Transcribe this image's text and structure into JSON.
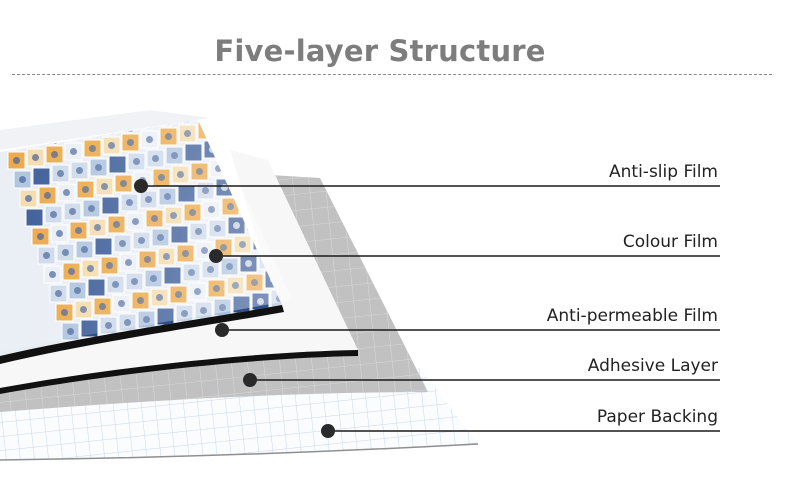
{
  "title": "Five-layer Structure",
  "colors": {
    "title": "#7d7d7d",
    "leader_line": "#1a1a1a",
    "dot": "#2a2a2a",
    "tile_blue": "#2c4f8f",
    "tile_orange": "#e9a23b",
    "tile_light": "#c9d6e8",
    "adhesive_gray": "#bcbcbc",
    "paper_grid": "#c8d7ea"
  },
  "layers": [
    {
      "label": "Anti-slip Film"
    },
    {
      "label": "Colour Film"
    },
    {
      "label": "Anti-permeable Film"
    },
    {
      "label": "Adhesive Layer"
    },
    {
      "label": "Paper Backing"
    }
  ]
}
